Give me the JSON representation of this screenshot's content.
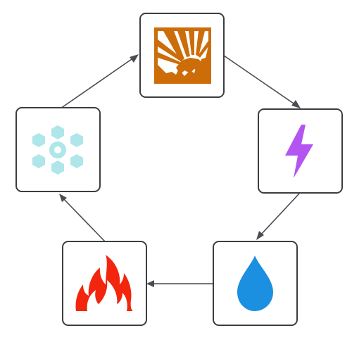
{
  "diagram": {
    "type": "cycle",
    "nodes": [
      {
        "id": "sun",
        "icon": "sunburst-icon",
        "color": "#cc6d0a"
      },
      {
        "id": "lightning",
        "icon": "lightning-bolt-icon",
        "color": "#b455f2"
      },
      {
        "id": "water",
        "icon": "water-drop-icon",
        "color": "#1b8fe0"
      },
      {
        "id": "fire",
        "icon": "flame-icon",
        "color": "#f2260c"
      },
      {
        "id": "snow",
        "icon": "snowflake-icon",
        "color": "#aee6ea"
      }
    ],
    "edges": [
      {
        "from": "sun",
        "to": "lightning"
      },
      {
        "from": "lightning",
        "to": "water"
      },
      {
        "from": "water",
        "to": "fire"
      },
      {
        "from": "fire",
        "to": "snow"
      },
      {
        "from": "snow",
        "to": "sun"
      }
    ]
  }
}
